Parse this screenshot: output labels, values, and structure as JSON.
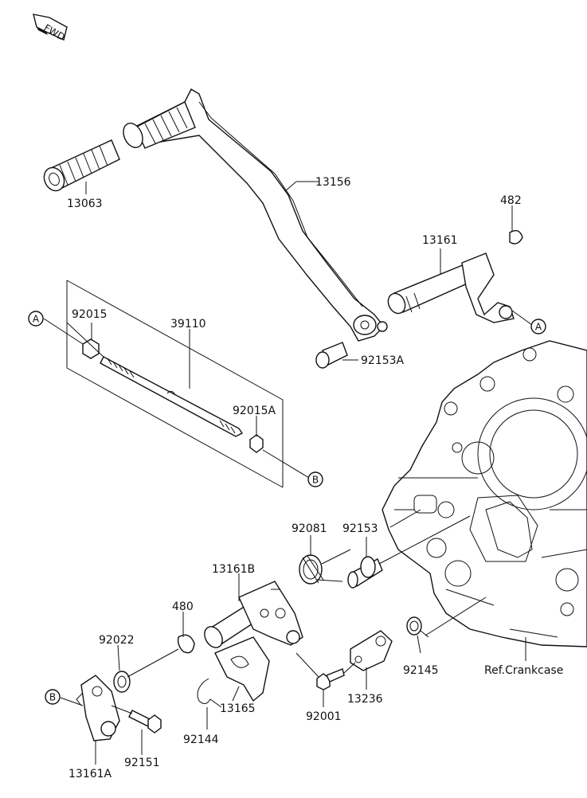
{
  "fwd_label": "FWD",
  "ref_label": "Ref.Crankcase",
  "callouts": {
    "A_top": "A",
    "A_right": "A",
    "B_right": "B",
    "B_left": "B"
  },
  "parts": {
    "p13063": "13063",
    "p13156": "13156",
    "p482": "482",
    "p13161": "13161",
    "p92015": "92015",
    "p39110": "39110",
    "p92153A": "92153A",
    "p92015A": "92015A",
    "p92081": "92081",
    "p92153": "92153",
    "p13161B": "13161B",
    "p480": "480",
    "p92022": "92022",
    "p92145": "92145",
    "p13236": "13236",
    "p92001": "92001",
    "p13165": "13165",
    "p92144": "92144",
    "p92151": "92151",
    "p13161A": "13161A"
  }
}
